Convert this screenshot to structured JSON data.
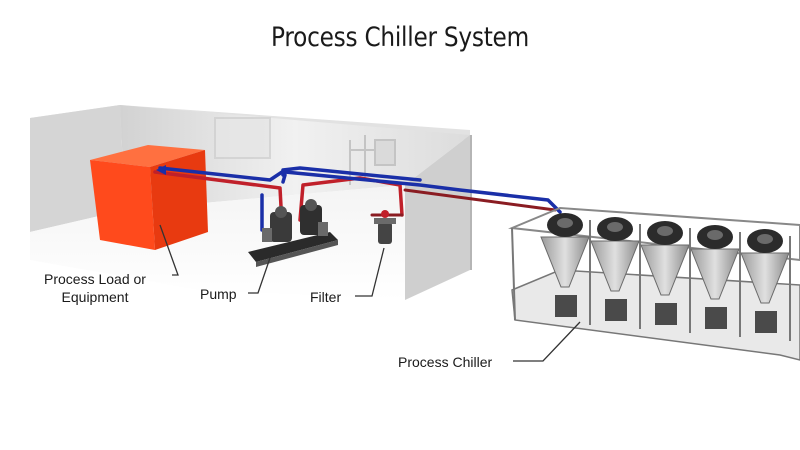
{
  "title": "Process Chiller System",
  "labels": {
    "load_line1": "Process Load or",
    "load_line2": "Equipment",
    "pump": "Pump",
    "filter": "Filter",
    "chiller": "Process Chiller"
  },
  "colors": {
    "supply_pipe": "#1a2fa8",
    "return_pipe": "#c0202a",
    "process_load": "#ff4a1c",
    "wall": "#d9d9d9"
  }
}
